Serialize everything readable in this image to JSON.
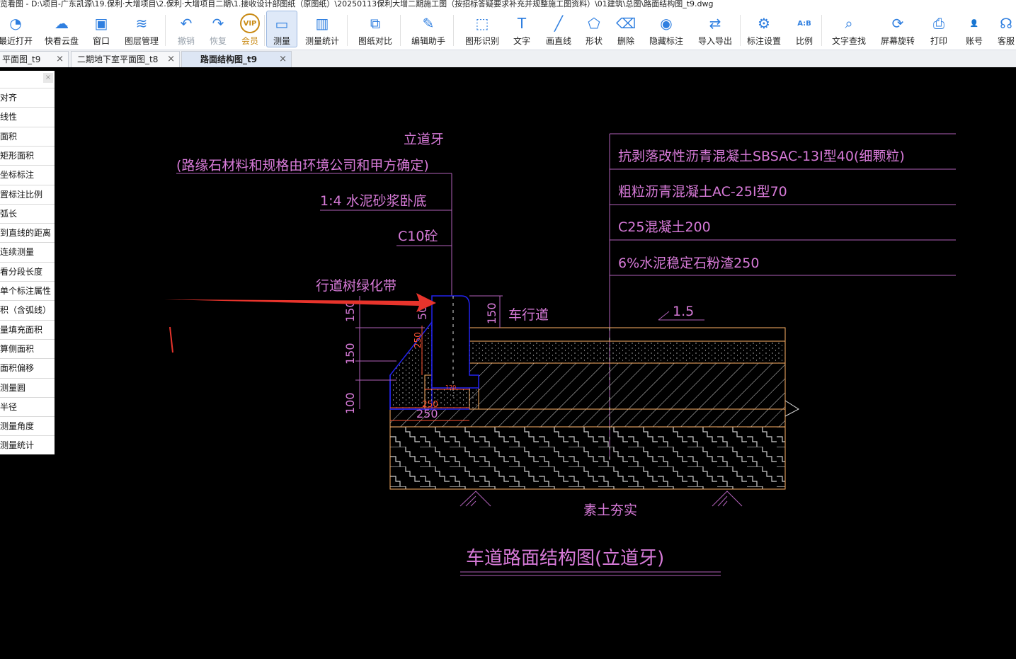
{
  "window": {
    "title": "览看图 - D:\\项目-广东凯源\\19.保利·大增项目\\2.保利·大增项目二期\\1.接收设计部图纸（原图纸）\\20250113保利大增二期施工图（按招标答疑要求补充并规整施工图资料）\\01建筑\\总图\\路面结构图_t9.dwg"
  },
  "toolbar": {
    "items": [
      {
        "label": "最近打开",
        "icon": "clock-icon"
      },
      {
        "label": "快看云盘",
        "icon": "cloud-icon"
      },
      {
        "label": "窗口",
        "icon": "window-icon"
      },
      {
        "label": "图层管理",
        "icon": "layers-icon"
      },
      {
        "label": "撤销",
        "icon": "undo-icon"
      },
      {
        "label": "恢复",
        "icon": "redo-icon"
      },
      {
        "label": "会员",
        "icon": "vip-icon",
        "badge": "VIP"
      },
      {
        "label": "测量",
        "icon": "ruler-icon"
      },
      {
        "label": "测量统计",
        "icon": "stats-icon"
      },
      {
        "label": "图纸对比",
        "icon": "compare-icon"
      },
      {
        "label": "编辑助手",
        "icon": "edit-assistant-icon"
      },
      {
        "label": "图形识别",
        "icon": "shape-recognize-icon"
      },
      {
        "label": "文字",
        "icon": "text-icon"
      },
      {
        "label": "画直线",
        "icon": "line-icon"
      },
      {
        "label": "形状",
        "icon": "shape-icon"
      },
      {
        "label": "删除",
        "icon": "eraser-icon"
      },
      {
        "label": "隐藏标注",
        "icon": "eye-hide-icon"
      },
      {
        "label": "导入导出",
        "icon": "import-export-icon"
      },
      {
        "label": "标注设置",
        "icon": "annotation-settings-icon"
      },
      {
        "label": "比例",
        "icon": "scale-icon",
        "badge": "A:B"
      },
      {
        "label": "文字查找",
        "icon": "text-search-icon"
      },
      {
        "label": "屏幕旋转",
        "icon": "rotate-screen-icon"
      },
      {
        "label": "打印",
        "icon": "printer-icon"
      },
      {
        "label": "账号",
        "icon": "user-icon"
      },
      {
        "label": "客服",
        "icon": "headset-icon"
      }
    ],
    "active": "测量"
  },
  "tabs": [
    {
      "label": "平面图_t9",
      "active": false
    },
    {
      "label": "二期地下室平面图_t8",
      "active": false
    },
    {
      "label": "路面结构图_t9",
      "active": true
    }
  ],
  "tab_close_glyph": "×",
  "measure_panel": {
    "close_glyph": "×",
    "items": [
      "对齐",
      "线性",
      "面积",
      "矩形面积",
      "坐标标注",
      "置标注比例",
      "弧长",
      "到直线的距离",
      "连续测量",
      "看分段长度",
      "单个标注属性",
      "积（含弧线）",
      "量填充面积",
      "算侧面积",
      "面积偏移",
      "测量圆",
      "半径",
      "测量角度",
      "测量统计"
    ]
  },
  "drawing": {
    "curb_label": "立道牙",
    "curb_note": "(路缘石材料和规格由环境公司和甲方确定)",
    "mortar_label": "1:4 水泥砂浆卧底",
    "c10_label": "C10砼",
    "green_belt_label": "行道树绿化带",
    "lane_label": "车行道",
    "slope_label": "1.5",
    "layer_labels": [
      "抗剥落改性沥青混凝土SBSAC-13Ⅰ型40(细颗粒)",
      "粗粒沥青混凝土AC-25Ⅰ型70",
      "C25混凝土200",
      "6%水泥稳定石粉渣250"
    ],
    "dims": {
      "d150_top": "150",
      "d150_mid": "150",
      "d100": "100",
      "d50": "50",
      "d150_right": "150",
      "d250_vert": "250",
      "d250_bottom_a": "250",
      "d250_bottom_b": "250",
      "d120": "120"
    },
    "soil_label": "素土夯实",
    "figure_title": "车道路面结构图(立道牙)"
  },
  "colors": {
    "cad_background": "#000000",
    "text_magenta": "#d77ad8",
    "leader_line": "#b060b8",
    "outline_orange": "#ffb266",
    "curb_blue": "#2222ee",
    "dim_red": "#ff5533",
    "annotation_arrow": "#e8342c",
    "active_tab": "#dde6f4",
    "toolbar_icon": "#2f7fe0"
  }
}
